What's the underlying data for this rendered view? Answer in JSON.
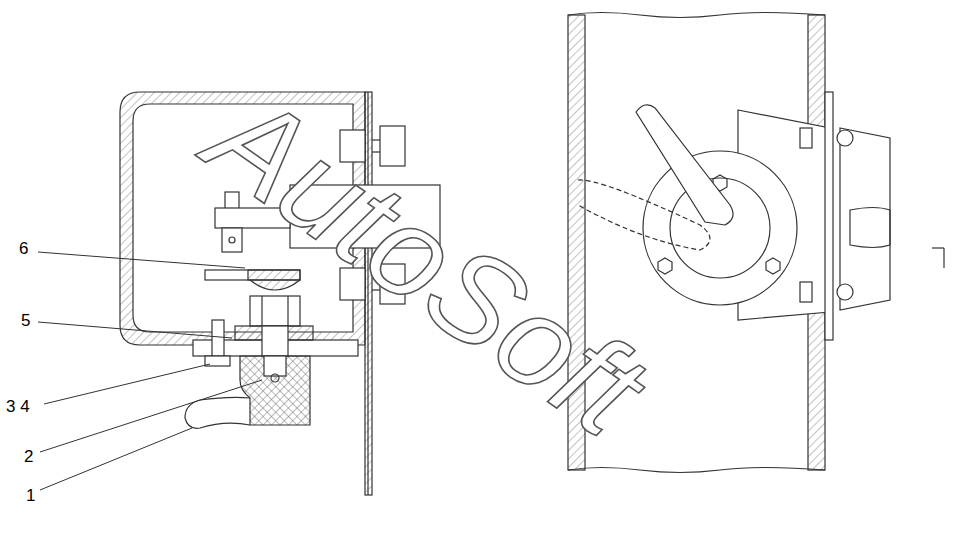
{
  "diagram": {
    "labels": [
      "6",
      "5",
      "3 4",
      "2",
      "1",
      "AutoSoft"
    ]
  }
}
